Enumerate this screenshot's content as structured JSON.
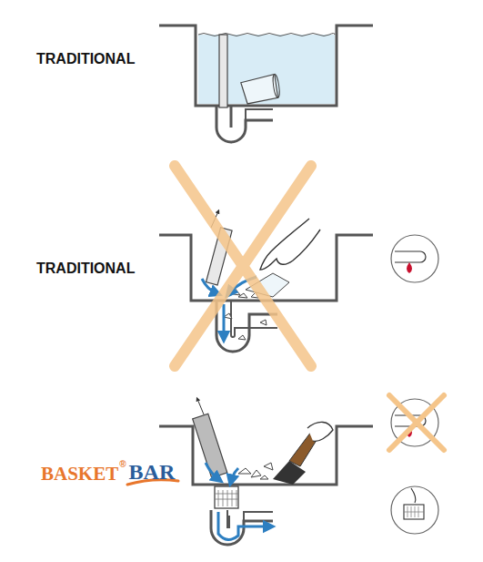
{
  "diagram": {
    "labels": [
      "TRADITIONAL",
      "TRADITIONAL",
      "BASKET",
      "®",
      "BAR"
    ]
  }
}
